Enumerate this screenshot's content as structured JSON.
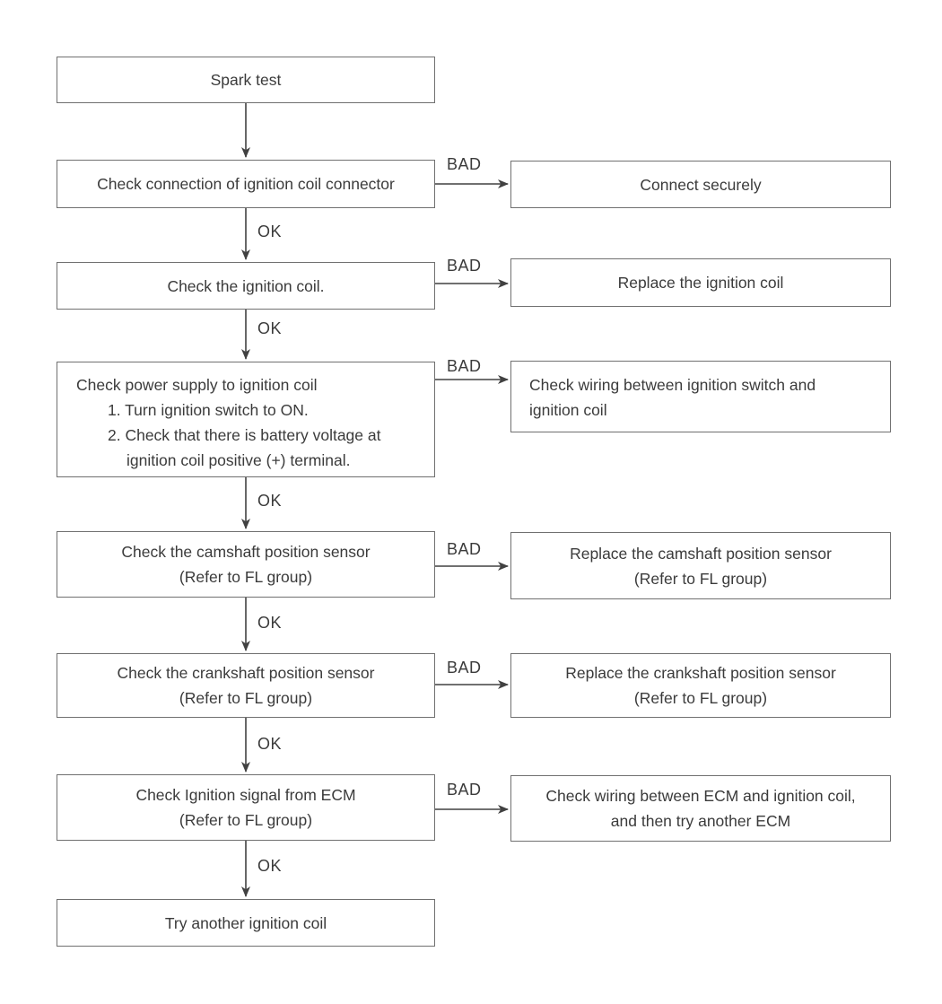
{
  "labels": {
    "ok": "OK",
    "bad": "BAD"
  },
  "nodes": {
    "spark_test": {
      "lines": [
        "Spark test"
      ]
    },
    "check_connector": {
      "lines": [
        "Check connection of ignition coil connector"
      ]
    },
    "connect_securely": {
      "lines": [
        "Connect securely"
      ]
    },
    "check_ignition_coil": {
      "lines": [
        "Check the ignition coil."
      ]
    },
    "replace_ignition_coil": {
      "lines": [
        "Replace the ignition coil"
      ]
    },
    "check_power_supply": {
      "lines": [
        "Check power supply to ignition coil",
        "1.  Turn ignition switch to ON.",
        "2.  Check that there is battery voltage at",
        "ignition coil positive (+) terminal."
      ]
    },
    "check_wiring_switch": {
      "lines": [
        "Check wiring between ignition switch and",
        "ignition coil"
      ]
    },
    "check_camshaft": {
      "lines": [
        "Check the camshaft position sensor",
        "(Refer to FL group)"
      ]
    },
    "replace_camshaft": {
      "lines": [
        "Replace the camshaft position sensor",
        "(Refer to FL group)"
      ]
    },
    "check_crankshaft": {
      "lines": [
        "Check the crankshaft position sensor",
        "(Refer to FL group)"
      ]
    },
    "replace_crankshaft": {
      "lines": [
        "Replace the crankshaft position sensor",
        "(Refer to FL group)"
      ]
    },
    "check_ecm_signal": {
      "lines": [
        "Check Ignition signal from ECM",
        "(Refer to FL group)"
      ]
    },
    "check_wiring_ecm": {
      "lines": [
        "Check wiring between ECM and ignition coil,",
        "and then try another ECM"
      ]
    },
    "try_another_coil": {
      "lines": [
        "Try another ignition coil"
      ]
    }
  },
  "colors": {
    "background": "#ffffff",
    "box_border": "#707070",
    "text": "#3b3b3b",
    "arrow": "#414141"
  }
}
